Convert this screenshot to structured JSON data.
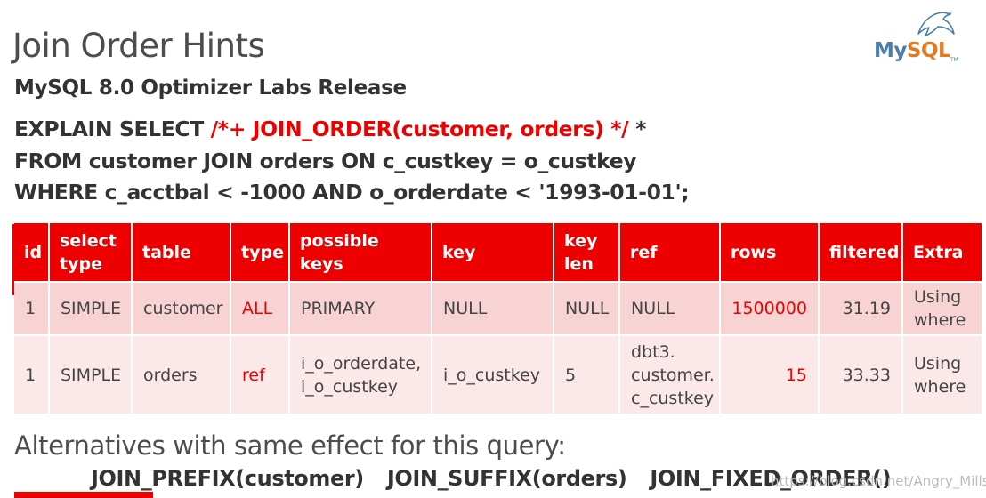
{
  "slide": {
    "title": "Join Order Hints",
    "subtitle": "MySQL 8.0 Optimizer Labs Release"
  },
  "logo": {
    "text_my": "My",
    "text_sql": "SQL",
    "tm": "TM",
    "icon": "dolphin-icon",
    "colors": {
      "my": "#4a7fa8",
      "sql": "#e07b20"
    }
  },
  "query": {
    "line1_prefix": "EXPLAIN SELECT ",
    "line1_hint": "/*+ JOIN_ORDER(customer, orders) */",
    "line1_suffix": " *",
    "line2": "FROM customer JOIN orders ON c_custkey = o_custkey",
    "line3": "WHERE c_acctbal < -1000 AND o_orderdate < '1993-01-01';"
  },
  "table": {
    "headers": {
      "id": "id",
      "select_type_1": "select",
      "select_type_2": "type",
      "table": "table",
      "type": "type",
      "possible_keys": "possible keys",
      "key": "key",
      "key_len_1": "key",
      "key_len_2": "len",
      "ref": "ref",
      "rows": "rows",
      "filtered": "filtered",
      "extra": "Extra"
    },
    "rows": [
      {
        "id": "1",
        "select_type": "SIMPLE",
        "table": "customer",
        "type": "ALL",
        "possible_keys_1": "PRIMARY",
        "possible_keys_2": "",
        "key": "NULL",
        "key_len": "NULL",
        "ref_1": "NULL",
        "ref_2": "",
        "ref_3": "",
        "rows": "1500000",
        "filtered": "31.19",
        "extra_1": "Using",
        "extra_2": "where"
      },
      {
        "id": "1",
        "select_type": "SIMPLE",
        "table": "orders",
        "type": "ref",
        "possible_keys_1": "i_o_orderdate,",
        "possible_keys_2": "i_o_custkey",
        "key": "i_o_custkey",
        "key_len": "5",
        "ref_1": "dbt3.",
        "ref_2": "customer.",
        "ref_3": "c_custkey",
        "rows": "15",
        "filtered": "33.33",
        "extra_1": "Using",
        "extra_2": "where"
      }
    ]
  },
  "alternatives": {
    "title": "Alternatives with same effect for this query:",
    "items": [
      "JOIN_PREFIX(customer)",
      "JOIN_SUFFIX(orders)",
      "JOIN_FIXED_ORDER()"
    ]
  },
  "watermark": "https://blog.csdn.net/Angry_Mills",
  "colors": {
    "accent": "#ee0000",
    "row_dark": "#f7d3d3",
    "row_light": "#fbe9e9",
    "text": "#333333"
  }
}
